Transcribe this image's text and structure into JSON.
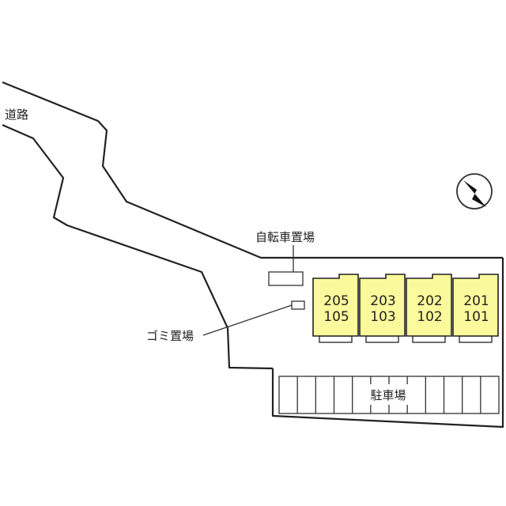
{
  "labels": {
    "road": "道路",
    "bicycle_parking": "自転車置場",
    "garbage_area": "ゴミ置場",
    "parking": "駐車場"
  },
  "units": [
    {
      "upper": "205",
      "lower": "105"
    },
    {
      "upper": "203",
      "lower": "103"
    },
    {
      "upper": "202",
      "lower": "102"
    },
    {
      "upper": "201",
      "lower": "101"
    }
  ],
  "parking_spaces": 12,
  "compass": "north-arrow-icon",
  "colors": {
    "building_fill": "#fafa9c",
    "line": "#222222"
  }
}
